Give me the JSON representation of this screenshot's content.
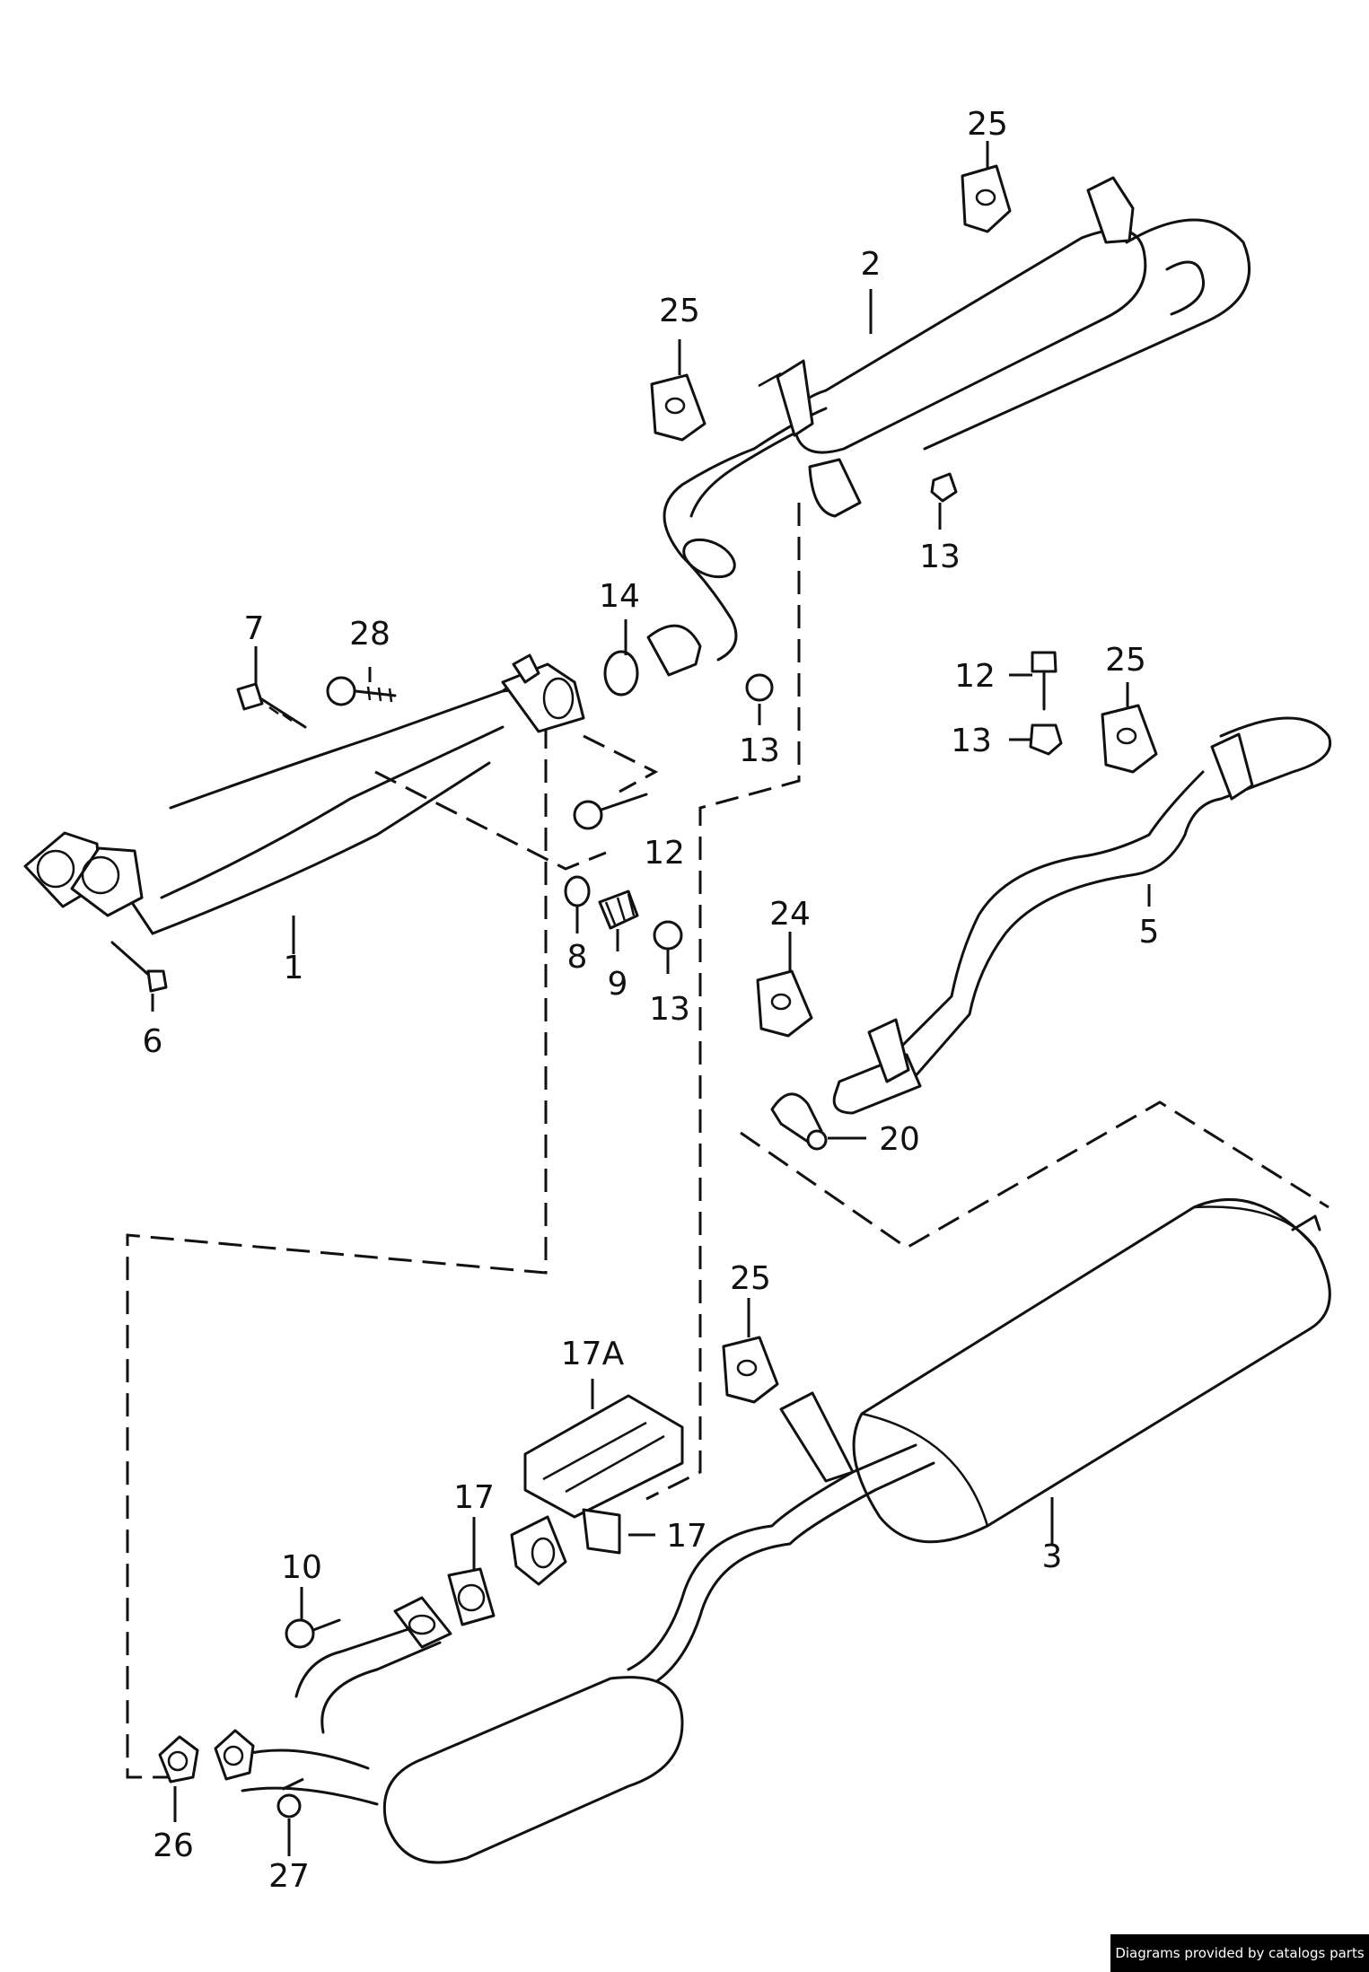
{
  "callouts": {
    "p1": "1",
    "p2": "2",
    "p3": "3",
    "p5": "5",
    "p6": "6",
    "p7": "7",
    "p8": "8",
    "p9": "9",
    "p10": "10",
    "p12a": "12",
    "p12b": "12",
    "p13a": "13",
    "p13b": "13",
    "p13c": "13",
    "p13d": "13",
    "p14": "14",
    "p17a": "17",
    "p17b": "17",
    "p17A": "17A",
    "p20": "20",
    "p24": "24",
    "p25a": "25",
    "p25b": "25",
    "p25c": "25",
    "p25d": "25",
    "p26": "26",
    "p27": "27",
    "p28": "28"
  },
  "footer": {
    "credit": "Diagrams provided by catalogs parts"
  }
}
